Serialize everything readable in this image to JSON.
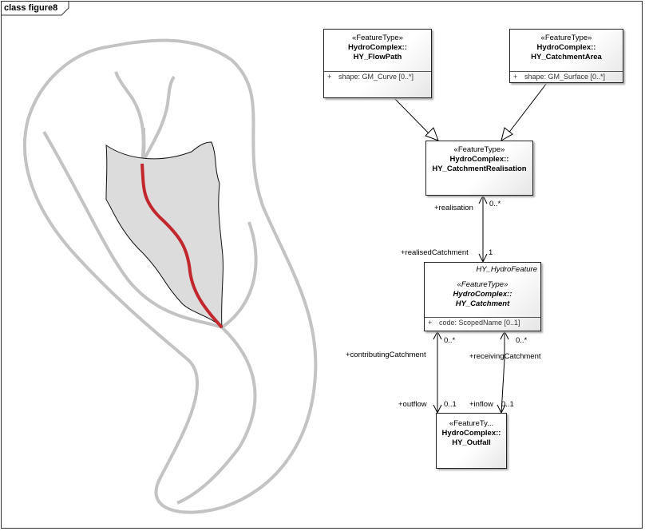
{
  "frame": {
    "title": "class figure8"
  },
  "classes": {
    "flowpath": {
      "stereotype": "«FeatureType»",
      "name1": "HydroComplex::",
      "name2": "HY_FlowPath",
      "attr_vis": "+",
      "attr": "shape: GM_Curve [0..*]"
    },
    "catchmentarea": {
      "stereotype": "«FeatureType»",
      "name1": "HydroComplex::",
      "name2": "HY_CatchmentArea",
      "attr_vis": "+",
      "attr": "shape: GM_Surface [0..*]"
    },
    "realisation": {
      "stereotype": "«FeatureType»",
      "name1": "HydroComplex::",
      "name2": "HY_CatchmentRealisation"
    },
    "catchment": {
      "parent": "HY_HydroFeature",
      "stereotype": "«FeatureType»",
      "name1": "HydroComplex::",
      "name2": "HY_Catchment",
      "attr_vis": "+",
      "attr": "code: ScopedName [0..1]"
    },
    "outfall": {
      "stereotype": "«FeatureTy...",
      "name1": "HydroComplex::",
      "name2": "HY_Outfall"
    }
  },
  "labels": {
    "realisation_role": "+realisation",
    "realisation_mult": "0..*",
    "realised_role": "+realisedCatchment",
    "realised_mult": "1",
    "contributing_mult": "0..*",
    "contributing_role": "+contributingCatchment",
    "receiving_mult": "0..*",
    "receiving_role": "+receivingCatchment",
    "outflow_role": "+outflow",
    "outflow_mult": "0..1",
    "inflow_role": "+inflow",
    "inflow_mult": "0..1"
  }
}
